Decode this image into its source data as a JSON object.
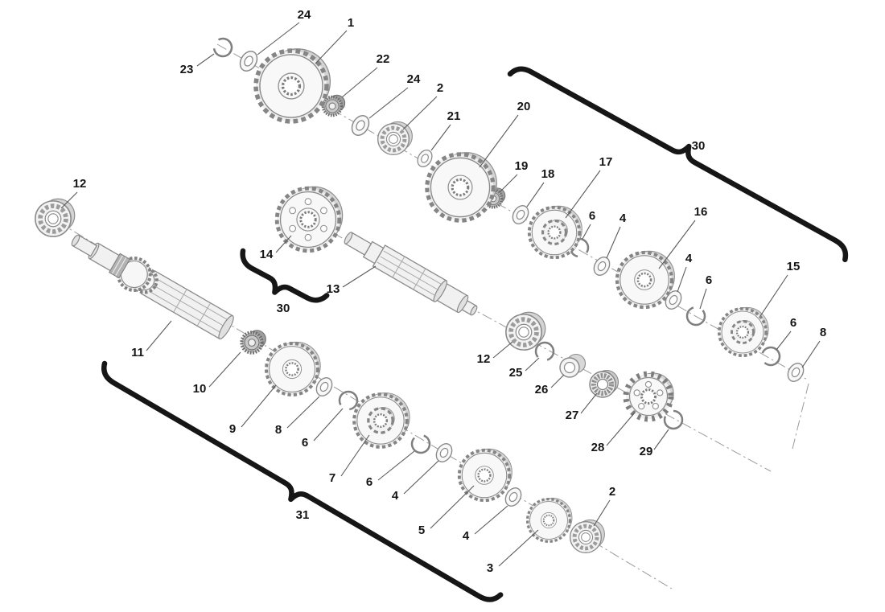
{
  "diagram": {
    "kind": "exploded-parts-diagram",
    "colors": {
      "background": "#ffffff",
      "line_art": "#8a8a8a",
      "labels": "#151515",
      "brackets": "#161616"
    },
    "callouts": [
      "24",
      "1",
      "23",
      "22",
      "24",
      "2",
      "21",
      "20",
      "19",
      "18",
      "17",
      "30",
      "12",
      "6",
      "4",
      "16",
      "14",
      "13",
      "30",
      "4",
      "6",
      "15",
      "11",
      "10",
      "12",
      "25",
      "26",
      "27",
      "9",
      "8",
      "6",
      "28",
      "29",
      "7",
      "6",
      "4",
      "31",
      "5",
      "4",
      "3",
      "2",
      "6",
      "8"
    ]
  }
}
